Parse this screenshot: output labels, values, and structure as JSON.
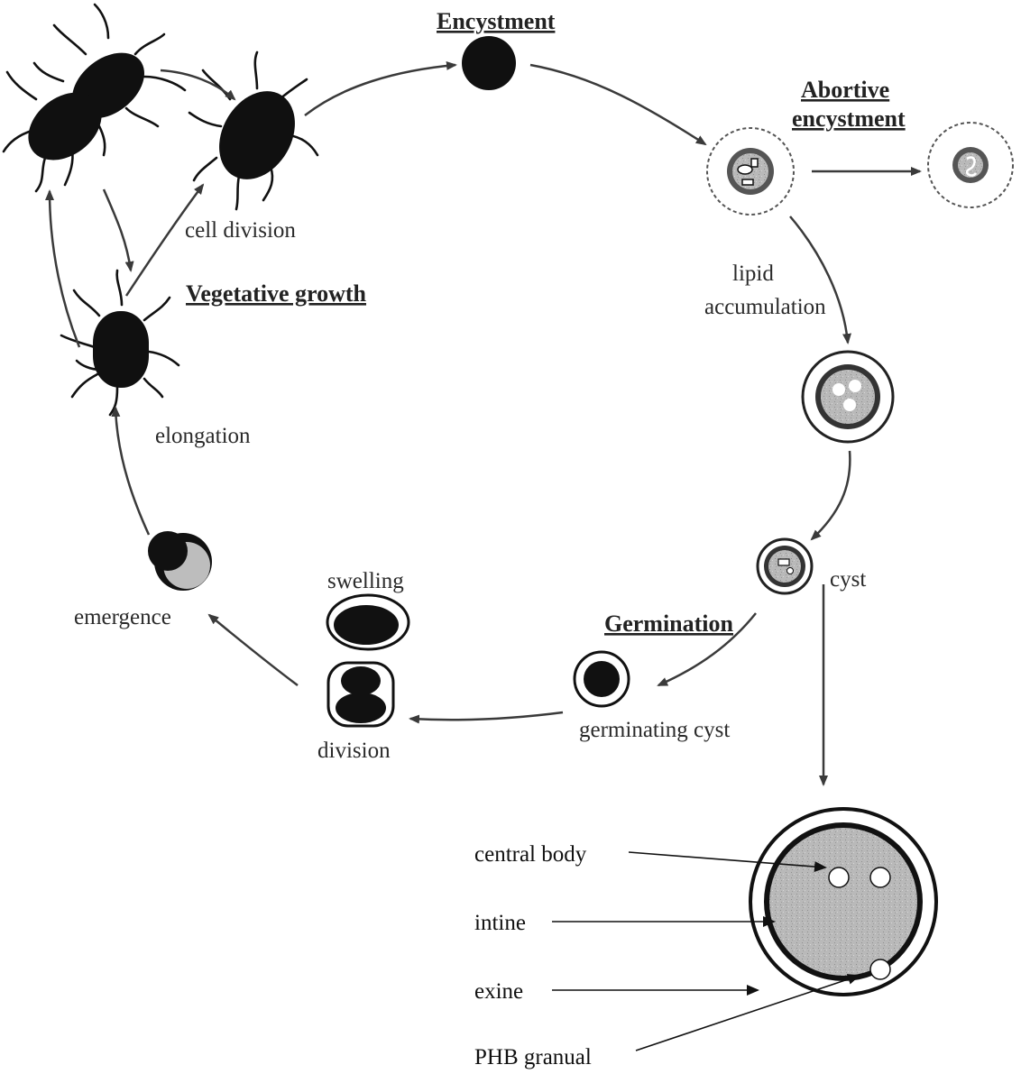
{
  "stages": {
    "encystment": "Encystment",
    "abortive_line1": "Abortive",
    "abortive_line2": "encystment",
    "vegetative_growth": "Vegetative growth",
    "germination": "Germination"
  },
  "labels": {
    "cell_division": "cell division",
    "lipid_line1": "lipid",
    "lipid_line2": "accumulation",
    "elongation": "elongation",
    "cyst": "cyst",
    "swelling": "swelling",
    "emergence": "emergence",
    "division": "division",
    "germinating_cyst": "germinating cyst"
  },
  "cyst_structure": {
    "central_body": "central body",
    "intine": "intine",
    "exine": "exine",
    "phb_granual": "PHB granual"
  },
  "colors": {
    "cell": "#101010",
    "arrow": "#3a3a3a",
    "cytoplasm_gray": "#b8b8b8",
    "text": "#2a2a2a"
  }
}
